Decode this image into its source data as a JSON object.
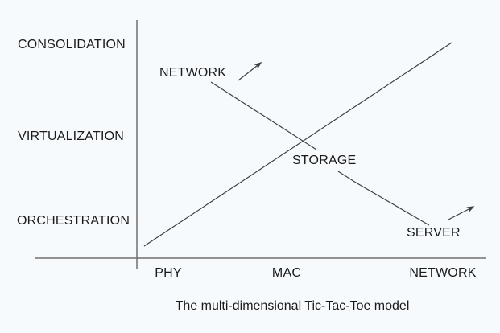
{
  "figure": {
    "caption": "The multi-dimensional Tic-Tac-Toe model"
  },
  "y_axis_labels": [
    "CONSOLIDATION",
    "VIRTUALIZATION",
    "ORCHESTRATION"
  ],
  "x_axis_labels": [
    "PHY",
    "MAC",
    "NETWORK"
  ],
  "trend_labels": {
    "descending_start": "NETWORK",
    "crossing": "STORAGE",
    "descending_end": "SERVER"
  },
  "icons": {
    "network_growth_arrow": "up-right-arrow-icon",
    "server_growth_arrow": "up-right-arrow-icon"
  },
  "colors": {
    "background": "#f7fafd",
    "axis_line": "#707070",
    "diagram_line": "#3f3f3f",
    "text": "#1b1b1b"
  }
}
